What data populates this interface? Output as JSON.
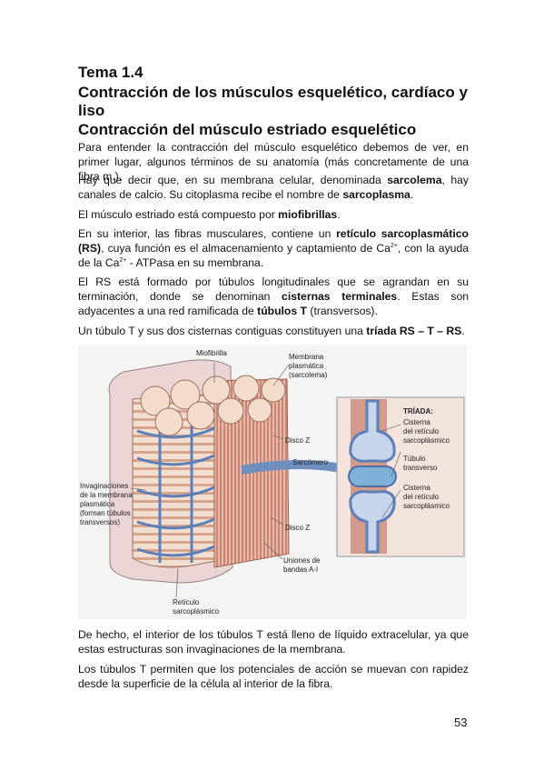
{
  "heading": {
    "topic": "Tema 1.4",
    "title_line1": "Contracción de los músculos esquelético, cardíaco y",
    "title_line2": "liso",
    "subtitle": "Contracción del músculo estriado esquelético"
  },
  "paragraphs": {
    "p1": "Para entender la contracción del músculo esquelético debemos de ver, en primer lugar, algunos términos de su anatomía (más concretamente de una fibra m.).",
    "p2_a": "Hay que decir que, en su membrana celular, denominada ",
    "p2_b": "sarcolema",
    "p2_c": ", hay canales de calcio. Su citoplasma recibe el nombre de ",
    "p2_d": "sarcoplasma",
    "p2_e": ".",
    "p3_a": "El músculo estriado está compuesto por ",
    "p3_b": "miofibrillas",
    "p3_c": ".",
    "p4_a": "En su interior, las fibras musculares, contiene un ",
    "p4_b": "retículo sarcoplasmático (RS)",
    "p4_c": ", cuya función es el almacenamiento y captamiento de Ca",
    "p4_sup1": "2+",
    "p4_d": ", con la ayuda de la Ca",
    "p4_sup2": "2+",
    "p4_e": " - ATPasa en su membrana.",
    "p5_a": "El RS está formado por túbulos longitudinales que se agrandan en su terminación, donde se denominan ",
    "p5_b": "cisternas terminales",
    "p5_c": ". Estas son adyacentes a una red ramificada de ",
    "p5_d": "túbulos T",
    "p5_e": " (transversos).",
    "p6_a": "Un túbulo T y sus dos cisternas contiguas constituyen una ",
    "p6_b": "tríada RS – T – RS",
    "p6_c": ".",
    "p7": "De hecho, el interior de los túbulos T está lleno de líquido extracelular, ya que estas estructuras son invaginaciones de la membrana.",
    "p8": "Los túbulos T permiten que los potenciales de acción se muevan con rapidez desde la superficie de la célula al interior de la fibra."
  },
  "figure": {
    "labels": {
      "miofibrilla": "Miofibrilla",
      "membrana1": "Membrana",
      "membrana2": "plasmática",
      "membrana3": "(sarcolema)",
      "disco_z1": "Disco Z",
      "sarcomero": "Sarcómero",
      "disco_z2": "Disco Z",
      "uniones1": "Uniones de",
      "uniones2": "bandas A-I",
      "reticulo1": "Retículo",
      "reticulo2": "sarcoplásmico",
      "invag1": "Invaginaciones",
      "invag2": "de la membrana",
      "invag3": "plasmática",
      "invag4": "(forman túbulos",
      "invag5": "transversos)",
      "triada": "TRÍADA:",
      "cisterna_a1": "Cisterna",
      "cisterna_a2": "del retículo",
      "cisterna_a3": "sarcoplásmico",
      "tubulo1": "Túbulo",
      "tubulo2": "transverso",
      "cisterna_b1": "Cisterna",
      "cisterna_b2": "del retículo",
      "cisterna_b3": "sarcoplásmico"
    }
  },
  "page_number": "53"
}
